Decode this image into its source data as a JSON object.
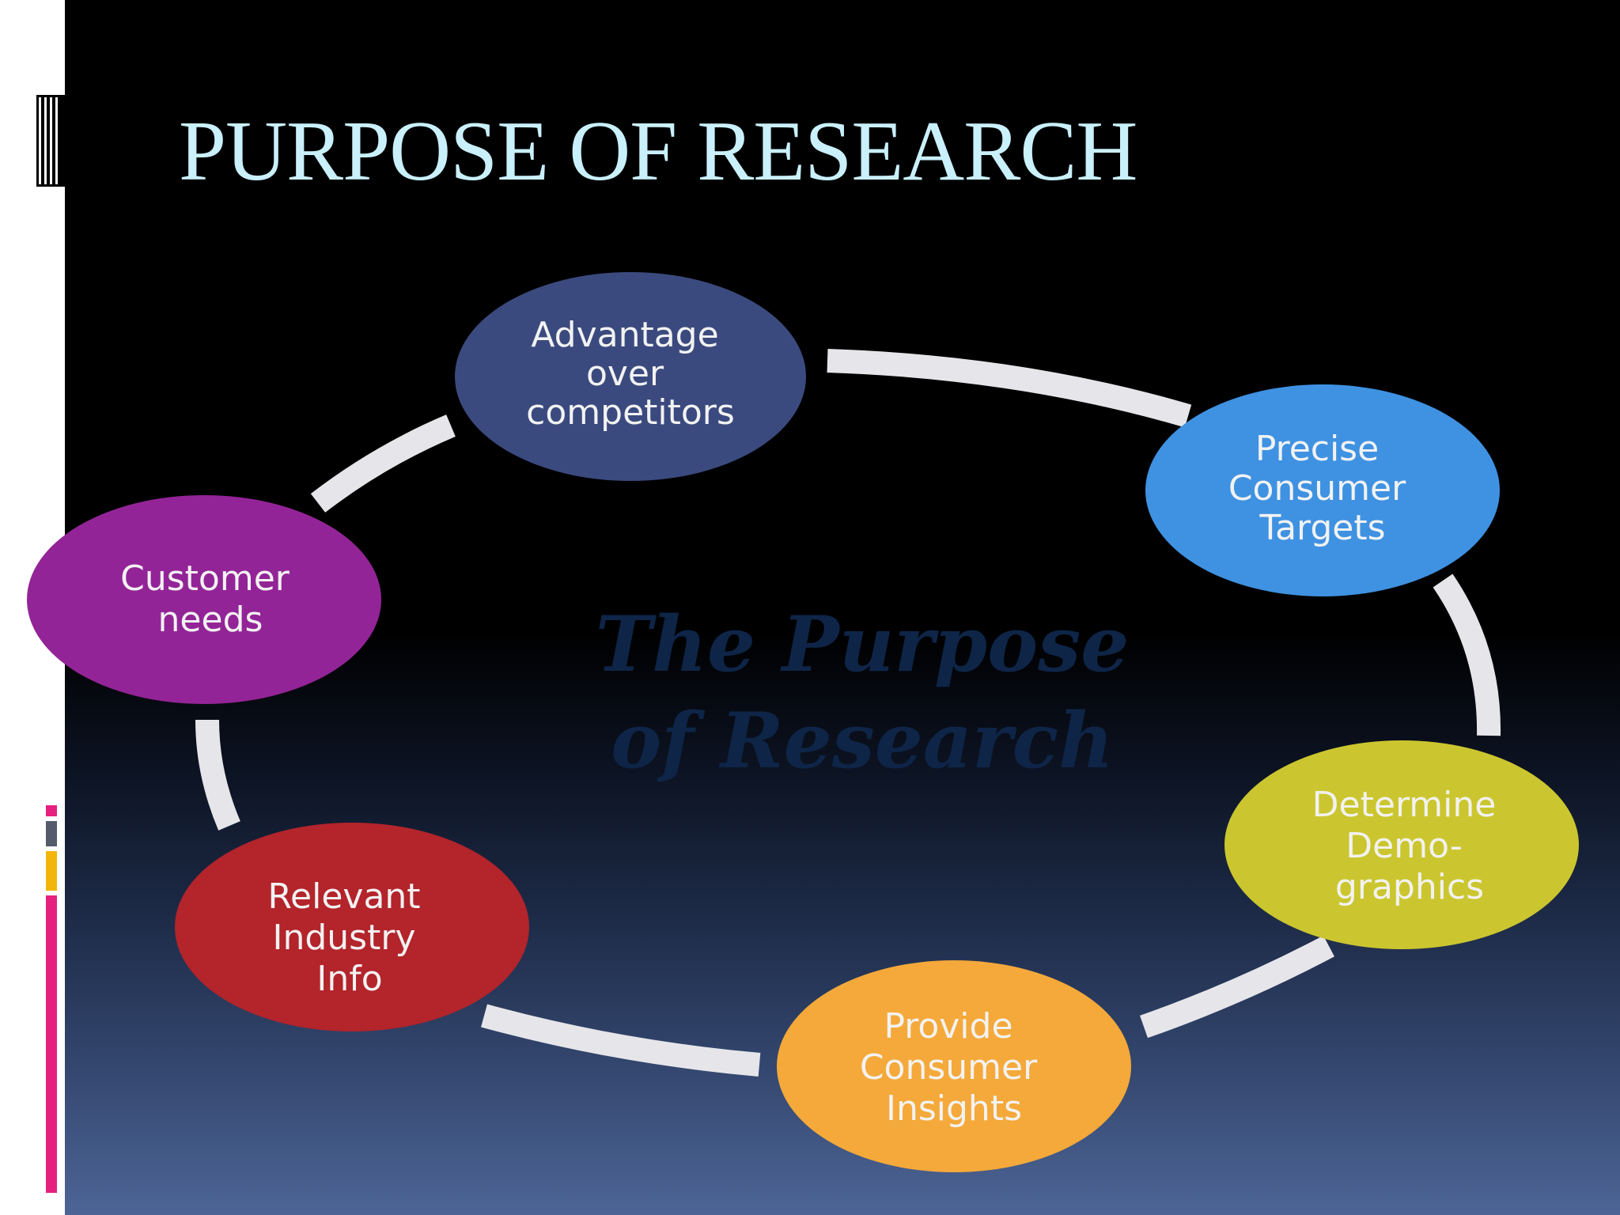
{
  "slide": {
    "title": "PURPOSE OF RESEARCH"
  },
  "diagram": {
    "center_title_line1": "The Purpose",
    "center_title_line2": "of Research",
    "nodes": [
      {
        "lines": [
          "Advantage",
          "over",
          "competitors"
        ],
        "color": "#3b4a7e"
      },
      {
        "lines": [
          "Precise",
          "Consumer",
          "Targets"
        ],
        "color": "#3f92e2"
      },
      {
        "lines": [
          "Determine",
          "Demo-",
          "graphics"
        ],
        "color": "#cbc62f"
      },
      {
        "lines": [
          "Provide",
          "Consumer",
          "Insights"
        ],
        "color": "#f4a93a"
      },
      {
        "lines": [
          "Relevant",
          "Industry",
          "Info"
        ],
        "color": "#b3242b"
      },
      {
        "lines": [
          "Customer",
          "needs"
        ],
        "color": "#932497"
      }
    ],
    "connector_color": "#e6e6ea"
  },
  "colors": {
    "title_color": "#c9f0fb",
    "left_accent_pink": "#e6207e",
    "left_accent_gold": "#f2b50a",
    "left_accent_gray": "#555b6b"
  }
}
